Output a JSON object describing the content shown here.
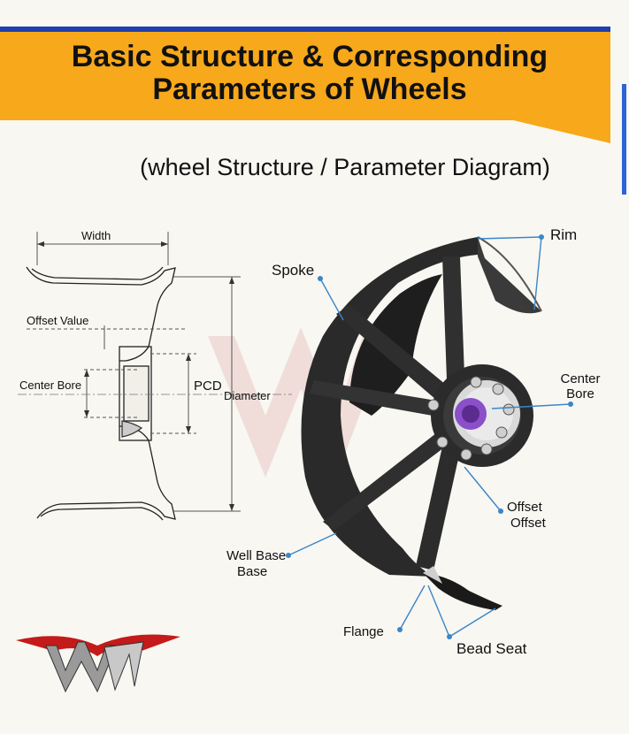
{
  "title": "Basic Structure & Corresponding Parameters of Wheels",
  "subtitle": "(wheel Structure / Parameter Diagram)",
  "logo_text": "WN",
  "cross_section": {
    "labels": {
      "width": "Width",
      "offset_value": "Offset Value",
      "center_bore": "Center Bore",
      "pcd": "PCD",
      "diameter": "Diameter"
    }
  },
  "wheel_callouts": {
    "rim": "Rim",
    "spoke": "Spoke",
    "center_bore_line1": "Center",
    "center_bore_line2": "Bore",
    "offset_line1": "Offset",
    "offset_line2": "Offset",
    "well_base_line1": "Well Base",
    "well_base_line2": "Base",
    "flange": "Flange",
    "bead_seat": "Bead Seat"
  },
  "colors": {
    "banner": "#f7a81b",
    "banner_accent": "#1f3fae",
    "callout_line": "#3a86c8",
    "wheel_body": "#262626",
    "hub_accent": "#8a4fc9"
  }
}
